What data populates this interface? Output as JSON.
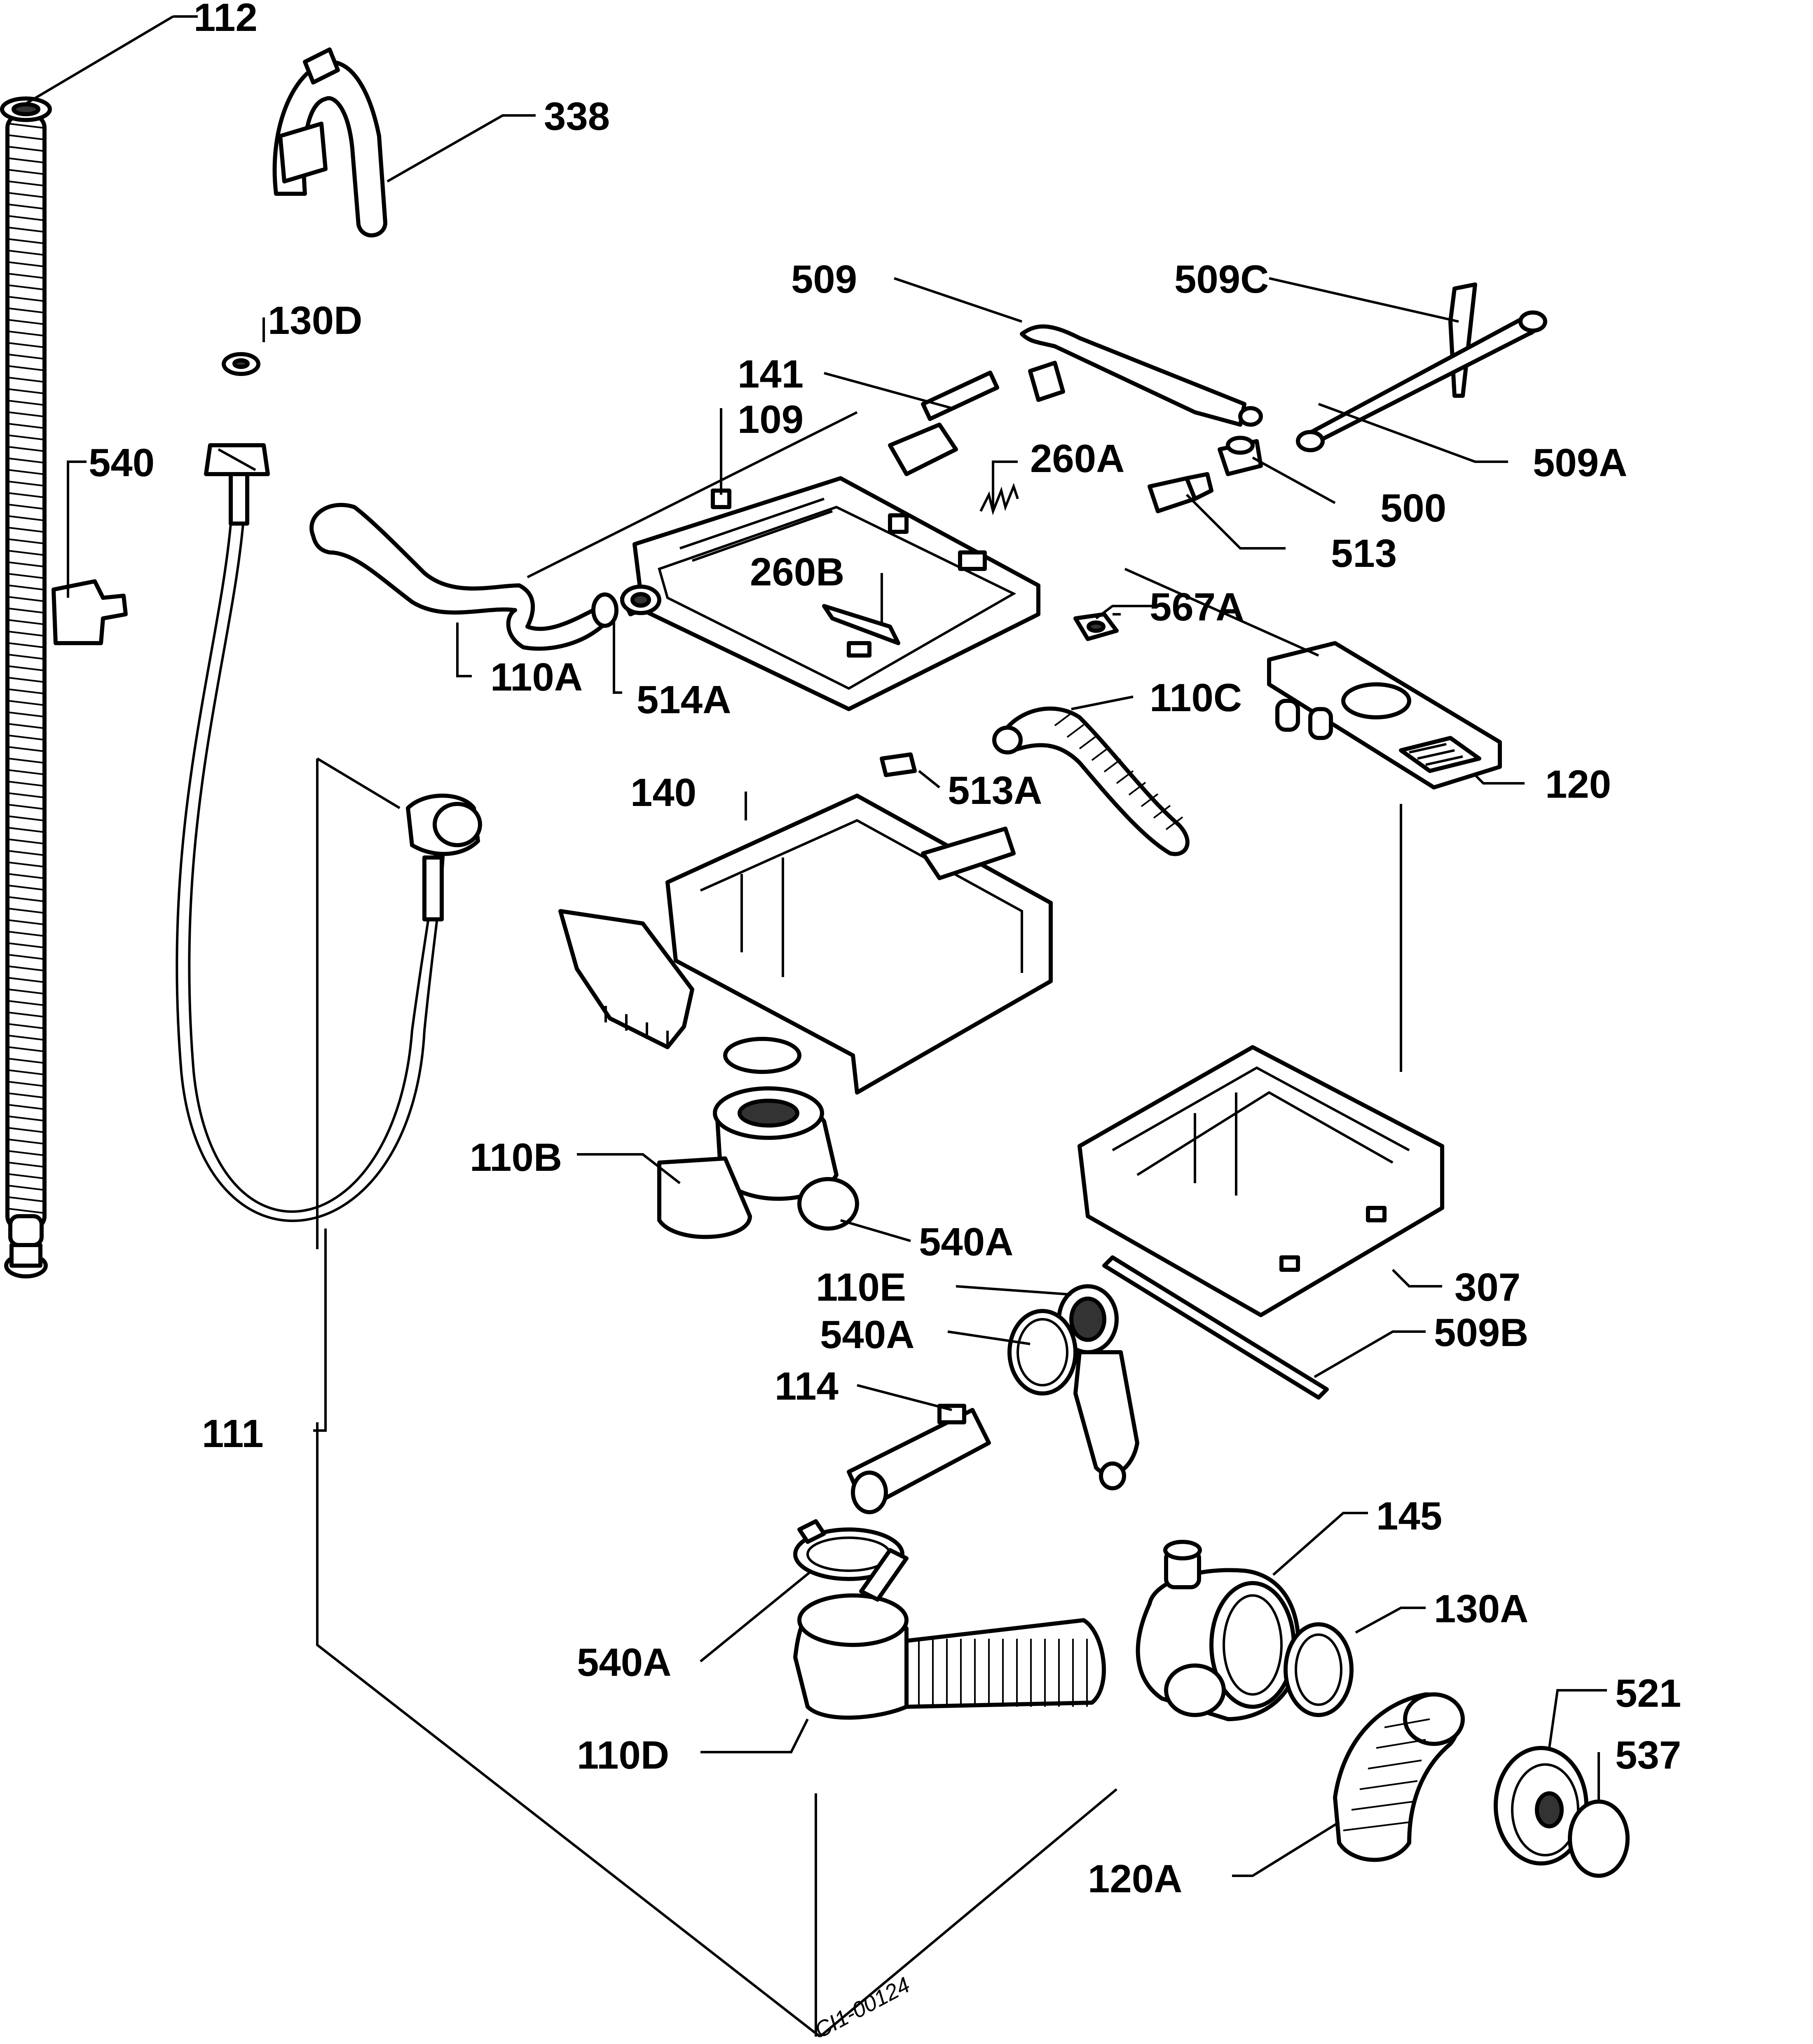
{
  "diagram": {
    "stamp": "CI1-00124",
    "labels": {
      "p112": "112",
      "p338": "338",
      "p130d": "130D",
      "p540": "540",
      "p509": "509",
      "p509c": "509C",
      "p141": "141",
      "p109": "109",
      "p260a": "260A",
      "p509a": "509A",
      "p500": "500",
      "p513": "513",
      "p260b": "260B",
      "p567a": "567A",
      "p110a": "110A",
      "p514a": "514A",
      "p110c": "110C",
      "p120": "120",
      "p140": "140",
      "p513a": "513A",
      "p110b": "110B",
      "p540a_1": "540A",
      "p307": "307",
      "p110e": "110E",
      "p540a_2": "540A",
      "p509b": "509B",
      "p114": "114",
      "p111": "111",
      "p145": "145",
      "p130a": "130A",
      "p540a_3": "540A",
      "p110d": "110D",
      "p521": "521",
      "p537": "537",
      "p120a": "120A"
    }
  }
}
